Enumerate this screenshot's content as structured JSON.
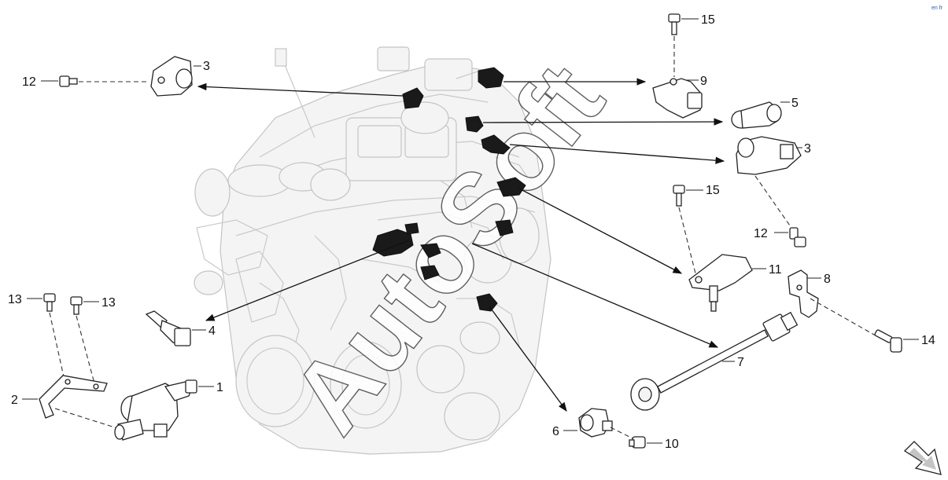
{
  "watermark": "AutoSoft",
  "corner_mark": "en fr",
  "callouts": {
    "c1": "1",
    "c2": "2",
    "c3a": "3",
    "c3b": "3",
    "c4": "4",
    "c5": "5",
    "c6": "6",
    "c7": "7",
    "c8": "8",
    "c9": "9",
    "c10": "10",
    "c11": "11",
    "c12a": "12",
    "c12b": "12",
    "c13a": "13",
    "c13b": "13",
    "c14": "14",
    "c15a": "15",
    "c15b": "15"
  },
  "colors": {
    "line": "#222222",
    "engine": "#c9c9c9",
    "sensor": "#1a1a1a"
  },
  "icons": {
    "direction": "arrow-down-right-icon"
  }
}
